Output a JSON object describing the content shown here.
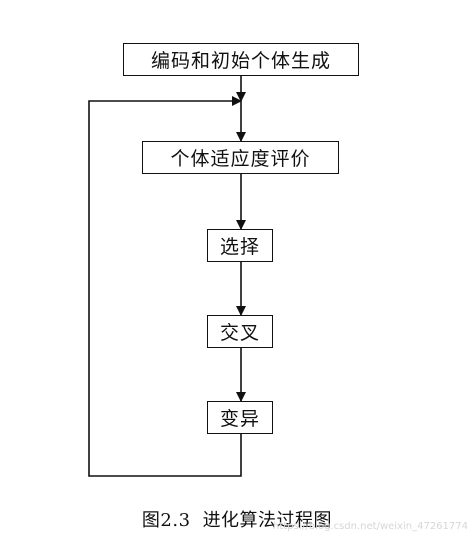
{
  "diagram": {
    "nodes": {
      "init": "编码和初始个体生成",
      "eval": "个体适应度评价",
      "select": "选择",
      "cross": "交叉",
      "mutate": "变异"
    },
    "caption": {
      "number": "图2.3",
      "title": "进化算法过程图"
    },
    "watermark": "https://blog.csdn.net/weixin_47261774"
  }
}
